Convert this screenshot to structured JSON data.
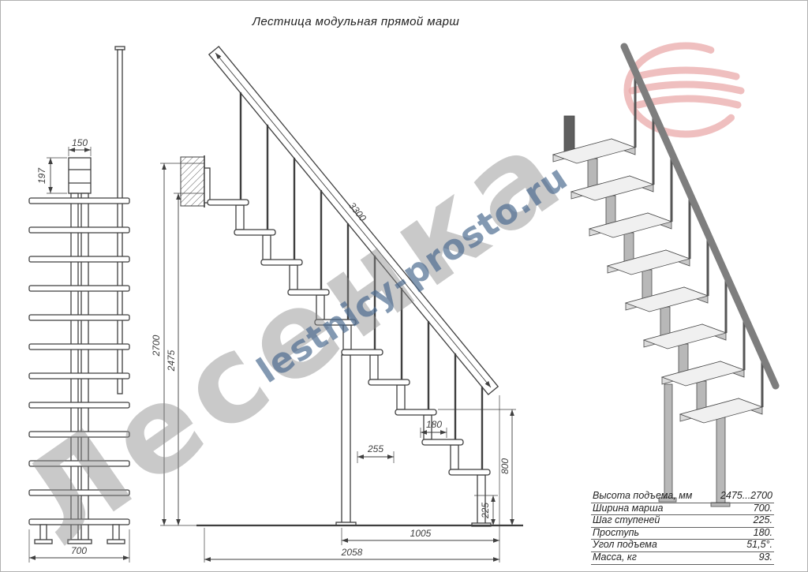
{
  "page": {
    "title": "Лестница модульная прямой марш"
  },
  "watermarks": {
    "brand": "Лесенка",
    "site": "lestnicy-prosto.ru"
  },
  "dims": {
    "front_bracket_width": "150",
    "front_bracket_height": "197",
    "front_width": "700",
    "rail_length": "3300",
    "height_max": "2700",
    "height_min": "2475",
    "tread_depth": "180",
    "module_run": "255",
    "support_height": "800",
    "step_rise": "225",
    "base_span": "1005",
    "total_run": "2058"
  },
  "spec_table": {
    "rows": [
      {
        "label": "Высота подъема, мм",
        "value": "2475...2700"
      },
      {
        "label": "Ширина марша",
        "value": "700."
      },
      {
        "label": "Шаг ступеней",
        "value": "225."
      },
      {
        "label": "Проступь",
        "value": "180."
      },
      {
        "label": "Угол подъема",
        "value": "51,5°."
      },
      {
        "label": "Масса, кг",
        "value": "93."
      }
    ]
  },
  "colors": {
    "line": "#3f3f3f",
    "watermark_gray": "#8a8a8a",
    "watermark_blue": "#49698f",
    "logo_pink": "#e9a9a9"
  }
}
